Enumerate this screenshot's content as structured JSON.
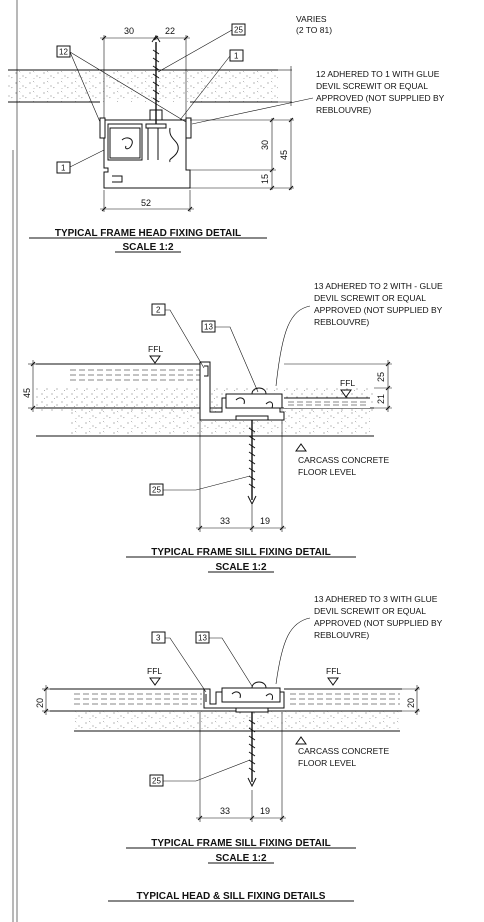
{
  "head_detail": {
    "title": "TYPICAL FRAME HEAD FIXING DETAIL",
    "scale": "SCALE 1:2",
    "note_varies_1": "VARIES",
    "note_varies_2": "(2 TO 81)",
    "note_lines": [
      "12 ADHERED TO 1 WITH GLUE",
      "DEVIL SCREWIT OR EQUAL",
      "APPROVED (NOT SUPPLIED BY",
      "REBLOUVRE)"
    ],
    "dims": {
      "top_left": "30",
      "top_right": "22",
      "right_upper": "30",
      "right_overall": "45",
      "right_lower": "15",
      "bottom": "52"
    },
    "tags": {
      "a": "25",
      "b": "12",
      "c": "1",
      "d": "1"
    }
  },
  "sill_detail_1": {
    "title": "TYPICAL FRAME SILL FIXING DETAIL",
    "scale": "SCALE 1:2",
    "note_lines": [
      "13 ADHERED TO 2 WITH - GLUE",
      "DEVIL SCREWIT OR EQUAL",
      "APPROVED (NOT SUPPLIED BY",
      "REBLOUVRE)"
    ],
    "ffl_left": "FFL",
    "ffl_right": "FFL",
    "carcass_1": "CARCASS CONCRETE",
    "carcass_2": "FLOOR LEVEL",
    "dims": {
      "left": "45",
      "right_upper": "25",
      "right_lower": "21",
      "bottom_left": "33",
      "bottom_right": "19"
    },
    "tags": {
      "a": "2",
      "b": "13",
      "c": "25"
    }
  },
  "sill_detail_2": {
    "title": "TYPICAL FRAME SILL FIXING DETAIL",
    "scale": "SCALE 1:2",
    "note_lines": [
      "13 ADHERED TO 3 WITH GLUE",
      "DEVIL SCREWIT OR EQUAL",
      "APPROVED (NOT SUPPLIED BY",
      "REBLOUVRE)"
    ],
    "ffl_left": "FFL",
    "ffl_right": "FFL",
    "carcass_1": "CARCASS CONCRETE",
    "carcass_2": "FLOOR LEVEL",
    "dims": {
      "left": "20",
      "right": "20",
      "bottom_left": "33",
      "bottom_right": "19"
    },
    "tags": {
      "a": "3",
      "b": "13",
      "c": "25"
    }
  },
  "sheet_title": "TYPICAL HEAD & SILL FIXING DETAILS"
}
